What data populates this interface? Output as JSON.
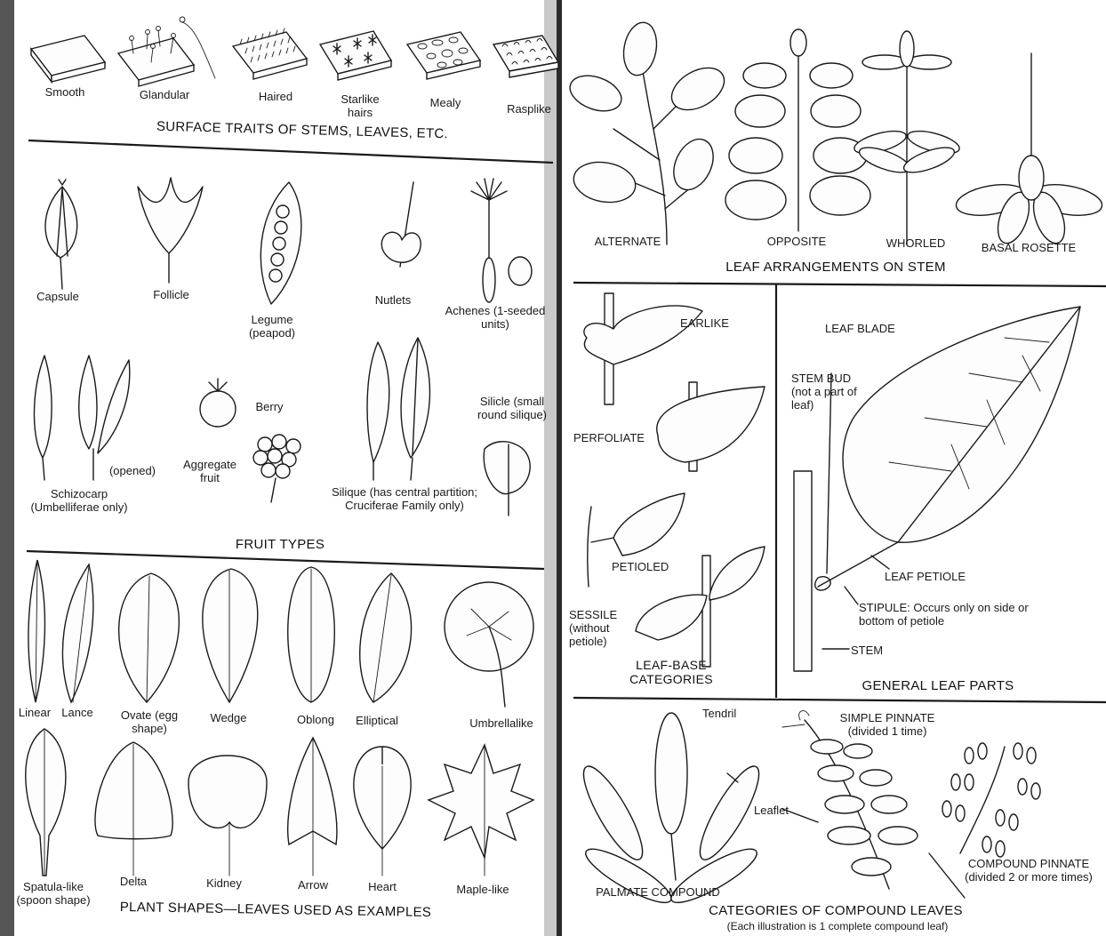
{
  "left_page": {
    "surface": {
      "title": "SURFACE TRAITS OF STEMS, LEAVES, ETC.",
      "items": [
        "Smooth",
        "Glandular",
        "Haired",
        "Starlike hairs",
        "Mealy",
        "Rasplike"
      ]
    },
    "fruit": {
      "title": "FRUIT TYPES",
      "items": {
        "capsule": "Capsule",
        "follicle": "Follicle",
        "legume": "Legume (peapod)",
        "nutlets": "Nutlets",
        "achenes": "Achenes (1-seeded units)",
        "schizocarp": "Schizocarp (Umbelliferae only)",
        "opened": "(opened)",
        "berry": "Berry",
        "aggregate": "Aggregate fruit",
        "silique": "Silique (has central partition; Cruciferae Family only)",
        "silicle": "Silicle (small round silique)"
      }
    },
    "shapes": {
      "title": "PLANT SHAPES—LEAVES USED AS EXAMPLES",
      "row1": [
        "Linear",
        "Lance",
        "Ovate (egg shape)",
        "Wedge",
        "Oblong",
        "Elliptical",
        "Umbrellalike"
      ],
      "row2": [
        "Spatula-like (spoon shape)",
        "Delta",
        "Kidney",
        "Arrow",
        "Heart",
        "Maple-like"
      ]
    }
  },
  "right_page": {
    "arrangements": {
      "title": "LEAF ARRANGEMENTS ON STEM",
      "items": [
        "ALTERNATE",
        "OPPOSITE",
        "WHORLED",
        "BASAL ROSETTE"
      ]
    },
    "leaf_base": {
      "title": "LEAF-BASE CATEGORIES",
      "items": {
        "earlike": "EARLIKE",
        "perfoliate": "PERFOLIATE",
        "petioled": "PETIOLED",
        "sessile": "SESSILE (without petiole)"
      }
    },
    "leaf_parts": {
      "title": "GENERAL LEAF PARTS",
      "items": {
        "blade": "LEAF BLADE",
        "bud": "STEM BUD (not a part of leaf)",
        "petiole": "LEAF PETIOLE",
        "stipule": "STIPULE: Occurs only on side or bottom of petiole",
        "stem": "STEM"
      }
    },
    "compound": {
      "title": "CATEGORIES OF COMPOUND LEAVES",
      "subtitle": "(Each illustration is 1 complete compound leaf)",
      "items": {
        "tendril": "Tendril",
        "simple_pinnate": "SIMPLE PINNATE (divided 1 time)",
        "leaflet": "Leaflet",
        "palmate": "PALMATE COMPOUND",
        "compound_pinnate": "COMPOUND PINNATE (divided 2 or more times)"
      }
    }
  }
}
